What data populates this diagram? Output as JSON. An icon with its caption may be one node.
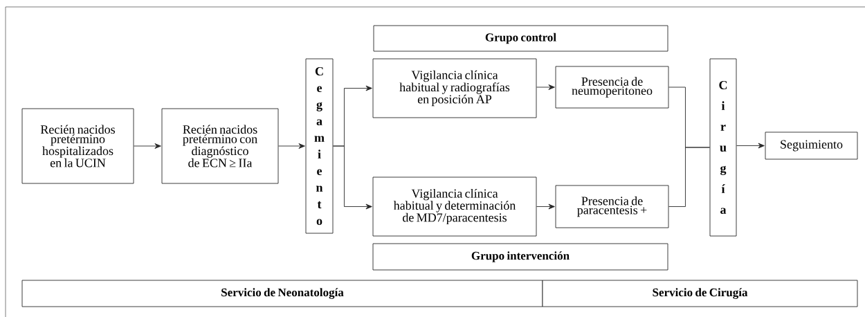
{
  "diagram": {
    "nodes": [
      {
        "text": [
          "Grupo control"
        ]
      },
      {
        "text": [
          "Recién nacidos pretérmino hospitalizados en la UCIN"
        ]
      },
      {
        "text": [
          "Recién nacidos pretérmino con diagnóstico de ECN ≥ IIa"
        ]
      },
      {
        "text": [
          "Cegamiento"
        ]
      },
      {
        "text": [
          "Vigilancia clínica habitual y radiografías en posición AP"
        ]
      },
      {
        "text": [
          "Presencia de neumoperitoneo"
        ]
      },
      {
        "text": [
          "Vigilancia clínica habitual y determinación de MD7/paracentesis"
        ]
      },
      {
        "text": [
          "Presencia de paracentesis +"
        ]
      },
      {
        "text": [
          "Grupo intervención"
        ]
      },
      {
        "text": [
          "Cirugía"
        ]
      },
      {
        "text": [
          "Seguimiento"
        ]
      },
      {
        "text": [
          "Servicio de Neonatología"
        ]
      },
      {
        "text": [
          "Servicio de Cirugía"
        ]
      }
    ],
    "edges": [
      {
        "from": 1,
        "to": 2,
        "arrow": "to"
      },
      {
        "from": 2,
        "to": 3,
        "arrow": "to"
      },
      {
        "from": 3,
        "to": 4,
        "arrow": "to"
      },
      {
        "from": 3,
        "to": 6,
        "arrow": "to"
      },
      {
        "from": 4,
        "to": 5,
        "arrow": "to"
      },
      {
        "from": 6,
        "to": 7,
        "arrow": "to"
      },
      {
        "from": 5,
        "to": 9,
        "arrow": "none"
      },
      {
        "from": 7,
        "to": 9,
        "arrow": "none"
      },
      {
        "from": 9,
        "to": 10,
        "arrow": "to"
      }
    ]
  }
}
